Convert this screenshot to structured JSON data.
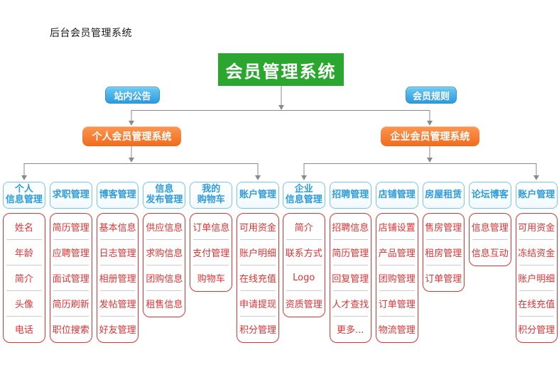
{
  "page": {
    "title": "后台会员管理系统"
  },
  "colors": {
    "root_green": "#2ba62f",
    "note_blue": "#2d99de",
    "branch_orange": "#f26a1b",
    "header_blue": "#2e9bdd",
    "item_red": "#e13232",
    "connector_gray": "#8a8a8a"
  },
  "root": {
    "label": "会员管理系统"
  },
  "notes": [
    {
      "label": "站内公告"
    },
    {
      "label": "会员规则"
    }
  ],
  "branches": [
    {
      "label": "个人会员管理系统",
      "columns": [
        {
          "header": "个人\n信息管理",
          "items": [
            "姓名",
            "年龄",
            "简介",
            "头像",
            "电话"
          ]
        },
        {
          "header": "求职管理",
          "items": [
            "简历管理",
            "应聘管理",
            "面试管理",
            "简历刷新",
            "职位搜索"
          ]
        },
        {
          "header": "博客管理",
          "items": [
            "基本信息",
            "日志管理",
            "相册管理",
            "发帖管理",
            "好友管理"
          ]
        },
        {
          "header": "信息\n发布管理",
          "items": [
            "供应信息",
            "求购信息",
            "团购信息",
            "租售信息"
          ]
        },
        {
          "header": "我的\n购物车",
          "items": [
            "订单信息",
            "支付管理",
            "购物车"
          ]
        },
        {
          "header": "账户管理",
          "items": [
            "可用资金",
            "账户明细",
            "在线充值",
            "申请提现",
            "积分管理"
          ]
        }
      ]
    },
    {
      "label": "企业会员管理系统",
      "columns": [
        {
          "header": "企业\n信息管理",
          "items": [
            "简介",
            "联系方式",
            "Logo",
            "资质管理"
          ]
        },
        {
          "header": "招聘管理",
          "items": [
            "招聘信息",
            "简历管理",
            "回复管理",
            "人才查找",
            "更多..."
          ]
        },
        {
          "header": "店铺管理",
          "items": [
            "店铺设置",
            "产品管理",
            "团购管理",
            "订单管理",
            "物流管理"
          ]
        },
        {
          "header": "房屋租赁",
          "items": [
            "售房管理",
            "租房管理",
            "订单管理"
          ]
        },
        {
          "header": "论坛博客",
          "items": [
            "信息管理",
            "信息互动"
          ]
        },
        {
          "header": "账户管理",
          "items": [
            "可用资金",
            "冻结资金",
            "账户明细",
            "在线充值",
            "积分管理"
          ]
        }
      ]
    }
  ]
}
